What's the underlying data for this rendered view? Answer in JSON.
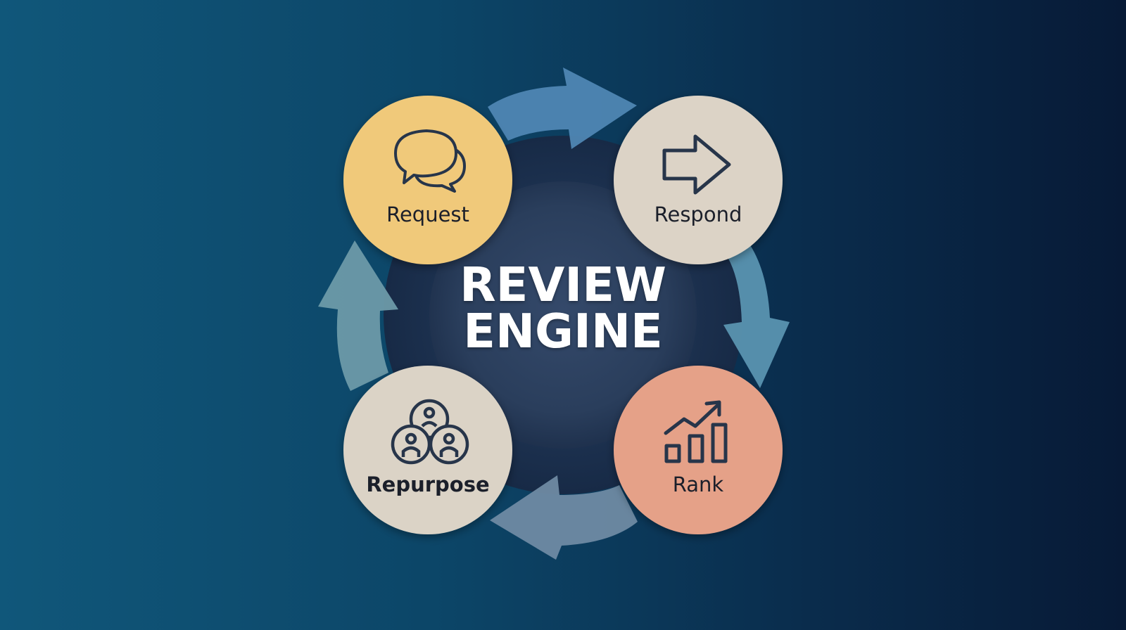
{
  "title": {
    "line1": "REVIEW",
    "line2": "ENGINE"
  },
  "nodes": [
    {
      "label": "Request",
      "icon": "speech-bubbles-icon",
      "color": "#f0c97a"
    },
    {
      "label": "Respond",
      "icon": "right-arrow-icon",
      "color": "#dcd3c6"
    },
    {
      "label": "Rank",
      "icon": "growth-chart-icon",
      "color": "#e5a188"
    },
    {
      "label": "Repurpose",
      "icon": "people-group-icon",
      "color": "#dbd3c6"
    }
  ],
  "colors": {
    "background_left": "#10577a",
    "background_right": "#071a36",
    "hub": "#2e4461",
    "arrow_top": "#4f86b3",
    "arrow_right": "#5a93b0",
    "arrow_bottom": "#6f8aa3",
    "arrow_left": "#6d9aa9",
    "icon_stroke": "#27354a"
  }
}
